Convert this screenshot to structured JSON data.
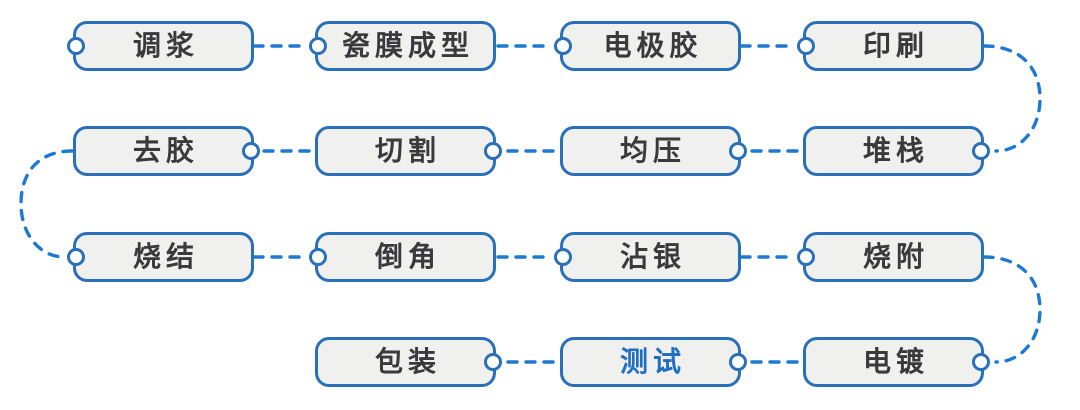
{
  "diagram": {
    "colors": {
      "background": "#ffffff",
      "node_border": "#2a70b8",
      "node_fill": "#f0f0ef",
      "node_text": "#3a3a3c",
      "connector": "#1d79d2",
      "dot_fill": "#ffffff",
      "highlight_text": "#1f6fc2"
    },
    "highlighted_node": "测试",
    "nodes": [
      {
        "label": "调浆"
      },
      {
        "label": "瓷膜成型"
      },
      {
        "label": "电极胶"
      },
      {
        "label": "印刷"
      },
      {
        "label": "堆栈"
      },
      {
        "label": "均压"
      },
      {
        "label": "切割"
      },
      {
        "label": "去胶"
      },
      {
        "label": "烧结"
      },
      {
        "label": "倒角"
      },
      {
        "label": "沾银"
      },
      {
        "label": "烧附"
      },
      {
        "label": "电镀"
      },
      {
        "label": "测试"
      },
      {
        "label": "包装"
      }
    ]
  }
}
